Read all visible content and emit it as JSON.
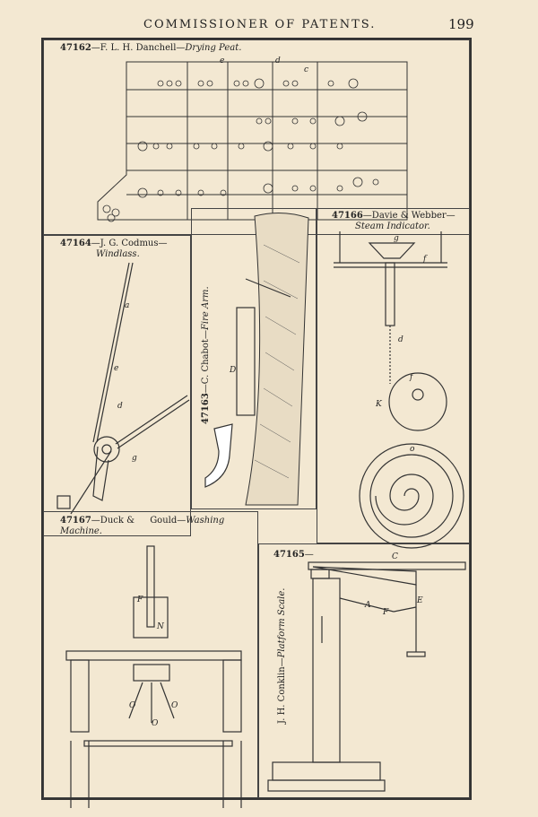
{
  "header": {
    "title": "COMMISSIONER OF PATENTS.",
    "page_number": "199"
  },
  "figures": {
    "f47162": {
      "number": "47162",
      "author": "—F. L. H. Danchell—",
      "title": "Drying Peat."
    },
    "f47164": {
      "number": "47164",
      "author": "—J. G. Codmus—",
      "title": "Windlass."
    },
    "f47163": {
      "number": "47163",
      "author": "—C. Chabot—",
      "title": "Fire Arm."
    },
    "f47166": {
      "number": "47166",
      "author": "—Davie & Webber—",
      "title": "Steam Indicator."
    },
    "f47167": {
      "number": "47167",
      "author": "—Duck &",
      "author2": "Gould—",
      "title": "Washing",
      "title2": "Machine."
    },
    "f47165": {
      "number": "47165",
      "author": "—",
      "side_author": "J. H. Conklin—",
      "side_title": "Platform Scale."
    }
  }
}
